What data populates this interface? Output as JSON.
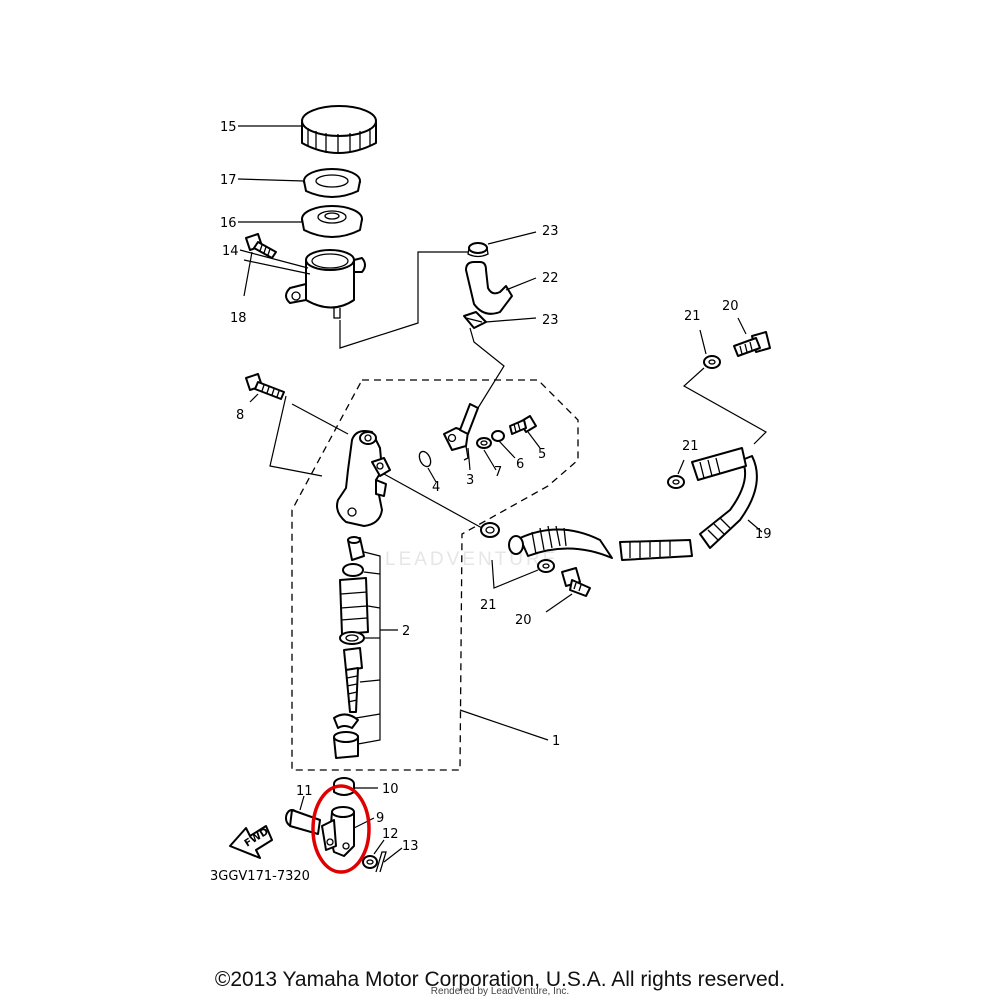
{
  "diagram": {
    "part_code": "3GGV171-7320",
    "fwd_label": "FWD",
    "watermark": "LEADVENTURE",
    "highlight_color": "#e00000",
    "callouts": {
      "c1": "1",
      "c2": "2",
      "c3": "3",
      "c4": "4",
      "c5": "5",
      "c6": "6",
      "c7": "7",
      "c8": "8",
      "c9": "9",
      "c10": "10",
      "c11": "11",
      "c12": "12",
      "c13": "13",
      "c14": "14",
      "c15": "15",
      "c16": "16",
      "c17": "17",
      "c18": "18",
      "c19": "19",
      "c20a": "20",
      "c20b": "20",
      "c21a": "21",
      "c21b": "21",
      "c21c": "21",
      "c22": "22",
      "c23a": "23",
      "c23b": "23"
    }
  },
  "footer": {
    "copyright": "©2013 Yamaha Motor Corporation, U.S.A. All rights reserved.",
    "rendered_by": "Rendered by LeadVenture, Inc."
  }
}
